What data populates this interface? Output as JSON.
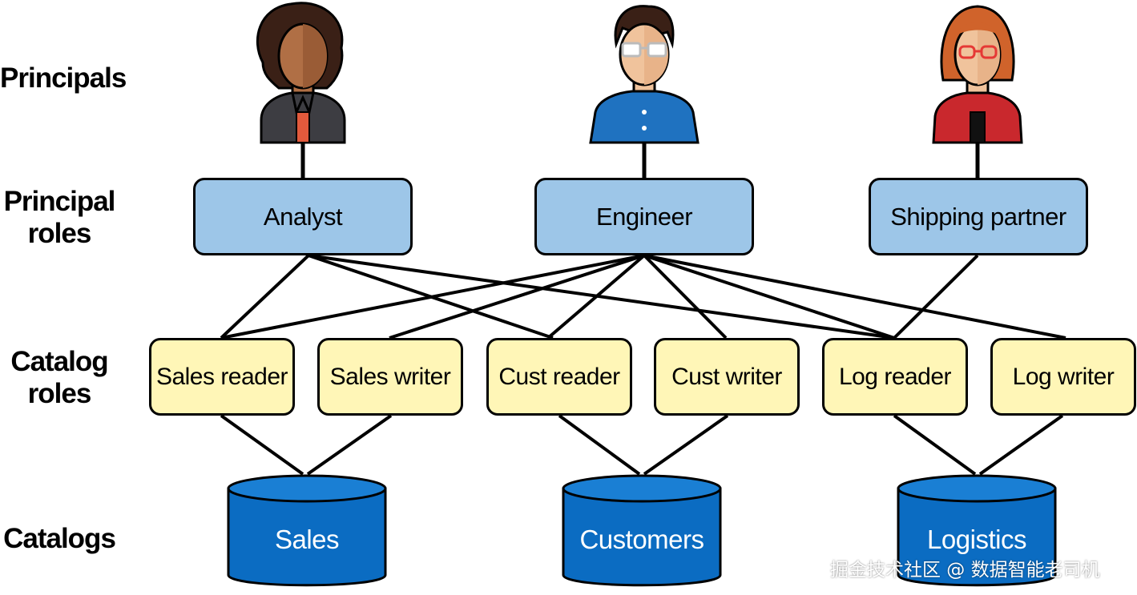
{
  "row_labels": {
    "principals": "Principals",
    "principal_roles_line1": "Principal",
    "principal_roles_line2": "roles",
    "catalog_roles_line1": "Catalog",
    "catalog_roles_line2": "roles",
    "catalogs": "Catalogs"
  },
  "principals": [
    {
      "name": "analyst-avatar",
      "hair": "#3a2016",
      "skin": "#b06f45",
      "shirt": "#3d3d42",
      "accent": "#e25a3c"
    },
    {
      "name": "engineer-avatar",
      "hair": "#3a2016",
      "skin": "#f0c39c",
      "shirt": "#1f72c0",
      "accent": "#ffffff"
    },
    {
      "name": "shipping-partner-avatar",
      "hair": "#d0632b",
      "skin": "#f0c39c",
      "shirt": "#c9282d",
      "accent": "#111111"
    }
  ],
  "principal_roles": [
    "Analyst",
    "Engineer",
    "Shipping partner"
  ],
  "catalog_roles": [
    "Sales reader",
    "Sales writer",
    "Cust reader",
    "Cust writer",
    "Log reader",
    "Log writer"
  ],
  "catalogs": [
    "Sales",
    "Customers",
    "Logistics"
  ],
  "colors": {
    "principal_role_fill": "#9dc6e8",
    "catalog_role_fill": "#fff6b7",
    "catalog_fill": "#0b6cc2",
    "catalog_top": "#1a7fd4",
    "line": "#000000"
  },
  "watermark": "掘金技术社区 @ 数据智能老司机"
}
